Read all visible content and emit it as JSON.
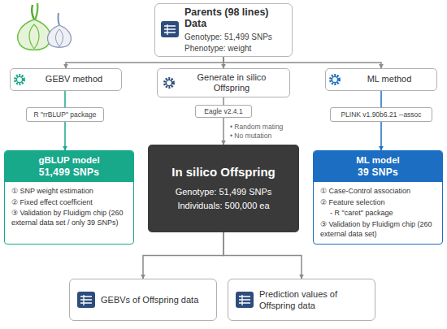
{
  "diagram": {
    "nodes": [
      {
        "text": [
          "Parents (98 lines) Data",
          "Genotype: 51,499 SNPs",
          "Phenotype: weight"
        ]
      },
      {
        "text": [
          "GEBV method"
        ]
      },
      {
        "text": [
          "Generate in silico Offspring"
        ]
      },
      {
        "text": [
          "ML method"
        ]
      },
      {
        "text": [
          "R \"rrBLUP\" package"
        ]
      },
      {
        "text": [
          "Eagle v2.4.1"
        ]
      },
      {
        "text": [
          "PLINK v1.90b6.21 --assoc"
        ]
      },
      {
        "text": [
          "gBLUP model",
          "51,499 SNPs",
          "① SNP weight estimation",
          "② Fixed effect coefficient",
          "③ Validation by Fluidigm chip (260 external data set / only 39 SNPs)"
        ]
      },
      {
        "text": [
          "In silico Offspring",
          "Genotype: 51,499 SNPs",
          "Individuals: 500,000 ea"
        ]
      },
      {
        "text": [
          "ML model",
          "39 SNPs",
          "① Case-Control association",
          "② Feature selection",
          "- R \"caret\" package",
          "③ Validation by Fluidigm chip (260 external data set)"
        ]
      },
      {
        "text": [
          "GEBVs of Offspring data"
        ]
      },
      {
        "text": [
          "Prediction values of Offspring data"
        ]
      }
    ],
    "edges": [
      {
        "from": 0,
        "to": 1,
        "arrow": "to"
      },
      {
        "from": 0,
        "to": 2,
        "arrow": "to"
      },
      {
        "from": 0,
        "to": 3,
        "arrow": "to"
      },
      {
        "from": 1,
        "to": 4,
        "arrow": "none"
      },
      {
        "from": 4,
        "to": 7,
        "arrow": "to"
      },
      {
        "from": 2,
        "to": 5,
        "arrow": "none"
      },
      {
        "from": 5,
        "to": 8,
        "arrow": "to"
      },
      {
        "from": 3,
        "to": 6,
        "arrow": "none"
      },
      {
        "from": 6,
        "to": 9,
        "arrow": "to"
      },
      {
        "from": 8,
        "to": 10,
        "arrow": "to"
      },
      {
        "from": 8,
        "to": 11,
        "arrow": "to"
      }
    ],
    "labels": [
      "• Random mating",
      "• No mutation"
    ]
  }
}
